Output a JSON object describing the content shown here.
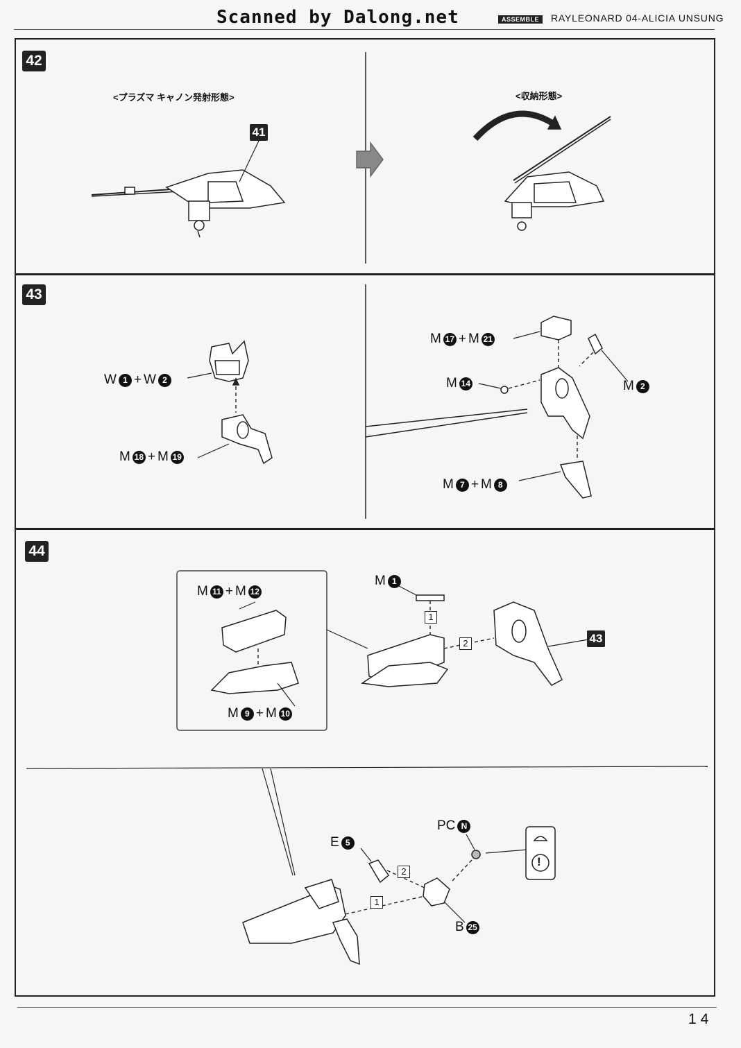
{
  "header": {
    "scan_credit": "Scanned by Dalong.net",
    "section_tag": "ASSEMBLE",
    "model_name": "RAYLEONARD 04-ALICIA UNSUNG"
  },
  "steps": {
    "s42": {
      "number": "42",
      "firing_mode_label": "<プラズマ キャノン発射形態>",
      "stored_mode_label": "<収納形態>",
      "callout": "41"
    },
    "s43": {
      "number": "43",
      "left": {
        "upper": {
          "l1": "W",
          "n1": "1",
          "plus": "+",
          "l2": "W",
          "n2": "2"
        },
        "lower": {
          "l1": "M",
          "n1": "18",
          "plus": "+",
          "l2": "M",
          "n2": "19"
        }
      },
      "right": {
        "top": {
          "l1": "M",
          "n1": "17",
          "plus": "+",
          "l2": "M",
          "n2": "21"
        },
        "mid": {
          "l1": "M",
          "n1": "14"
        },
        "side": {
          "l1": "M",
          "n1": "2"
        },
        "bottom": {
          "l1": "M",
          "n1": "7",
          "plus": "+",
          "l2": "M",
          "n2": "8"
        }
      }
    },
    "s44": {
      "number": "44",
      "inset_top": {
        "l1": "M",
        "n1": "11",
        "plus": "+",
        "l2": "M",
        "n2": "12"
      },
      "inset_bottom": {
        "l1": "M",
        "n1": "9",
        "plus": "+",
        "l2": "M",
        "n2": "10"
      },
      "part_m1": {
        "l1": "M",
        "n1": "1"
      },
      "order_1": "1",
      "order_2": "2",
      "callout": "43",
      "lower": {
        "e5": {
          "l1": "E",
          "n1": "5"
        },
        "pcn": {
          "l1": "PC",
          "n1": "N"
        },
        "b25": {
          "l1": "B",
          "n1": "25"
        },
        "order_1": "1",
        "order_2": "2",
        "warning": "!"
      }
    }
  },
  "page_number": "14"
}
